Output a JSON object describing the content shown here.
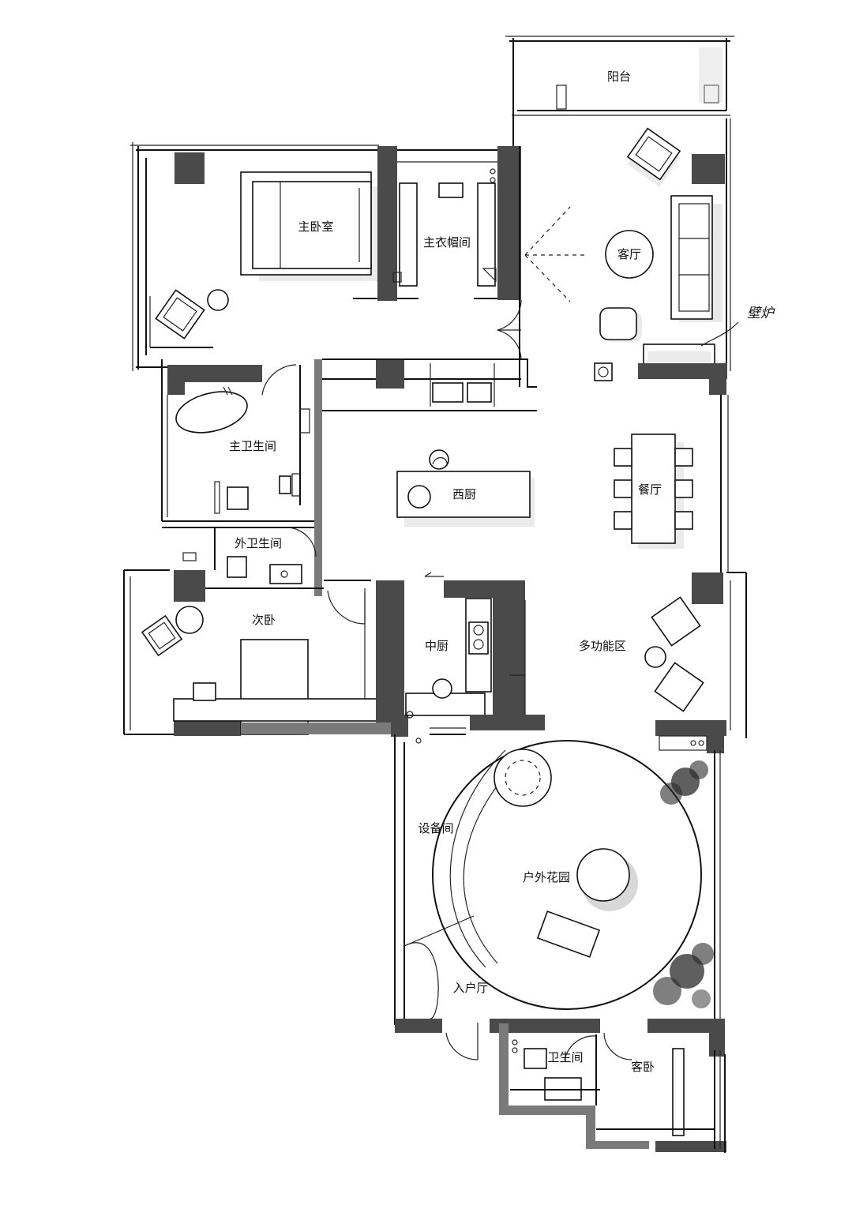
{
  "rooms": {
    "balcony": "阳台",
    "master_bedroom": "主卧室",
    "master_closet": "主衣帽间",
    "living_room": "客厅",
    "fireplace": "壁炉",
    "master_bath": "主卫生间",
    "western_kitchen": "西厨",
    "dining_room": "餐厅",
    "outer_bath": "外卫生间",
    "second_bedroom": "次卧",
    "chinese_kitchen": "中厨",
    "multi_function_area": "多功能区",
    "equipment_room": "设备间",
    "outdoor_garden": "户外花园",
    "entrance_hall": "入户厅",
    "guest_bath": "卫生间",
    "guest_bedroom": "客卧"
  },
  "colors": {
    "wall": "#4a4a4a",
    "line": "#111111",
    "background": "#ffffff"
  }
}
